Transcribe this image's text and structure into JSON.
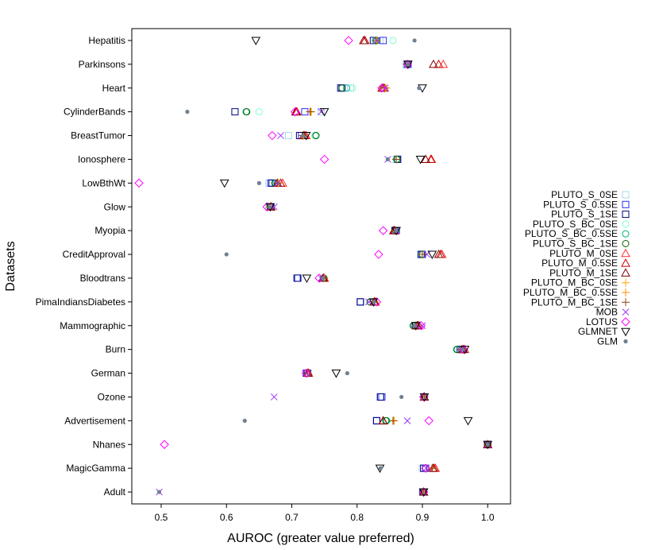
{
  "chart_data": {
    "type": "scatter",
    "xlabel": "AUROC (greater value preferred)",
    "ylabel": "Datasets",
    "xlim": [
      0.455,
      1.035
    ],
    "xticks": [
      0.5,
      0.6,
      0.7,
      0.8,
      0.9,
      1.0
    ],
    "xtick_labels": [
      "0.5",
      "0.6",
      "0.7",
      "0.8",
      "0.9",
      "1.0"
    ],
    "grid": false,
    "legend_position": "right",
    "categories": [
      "Hepatitis",
      "Parkinsons",
      "Heart",
      "CylinderBands",
      "BreastTumor",
      "Ionosphere",
      "LowBthWt",
      "Glow",
      "Myopia",
      "CreditApproval",
      "Bloodtrans",
      "PimaIndiansDiabetes",
      "Mammographic",
      "Burn",
      "German",
      "Ozone",
      "Advertisement",
      "Nhanes",
      "MagicGamma",
      "Adult"
    ],
    "series": [
      {
        "name": "PLUTO_S_0SE",
        "shape": "square",
        "color": "#a8d8ea",
        "values": [
          0.835,
          0.875,
          0.79,
          0.745,
          0.695,
          0.86,
          0.665,
          0.665,
          0.86,
          0.9,
          0.71,
          0.805,
          0.89,
          0.955,
          0.725,
          0.835,
          0.83,
          1.0,
          0.9,
          0.9
        ]
      },
      {
        "name": "PLUTO_S_0.5SE",
        "shape": "square",
        "color": "#2b2bff",
        "values": [
          0.84,
          0.878,
          0.777,
          0.72,
          0.715,
          0.862,
          0.668,
          0.668,
          0.86,
          0.9,
          0.708,
          0.805,
          0.89,
          0.96,
          0.722,
          0.838,
          0.83,
          1.0,
          0.905,
          0.902
        ]
      },
      {
        "name": "PLUTO_S_1SE",
        "shape": "square",
        "color": "#000080",
        "values": [
          0.825,
          0.877,
          0.775,
          0.613,
          0.712,
          0.862,
          0.67,
          0.667,
          0.858,
          0.898,
          0.709,
          0.805,
          0.889,
          0.958,
          0.724,
          0.836,
          0.83,
          1.0,
          0.902,
          0.901
        ]
      },
      {
        "name": "PLUTO_S_BC_0SE",
        "shape": "circle",
        "color": "#7fffd4",
        "values": [
          0.855,
          0.876,
          0.793,
          0.65,
          0.735,
          0.86,
          0.676,
          0.666,
          0.858,
          0.9,
          0.75,
          0.82,
          0.887,
          0.952,
          0.722,
          0.903,
          0.846,
          1.0,
          0.905,
          0.902
        ]
      },
      {
        "name": "PLUTO_S_BC_0.5SE",
        "shape": "circle",
        "color": "#00b386",
        "values": [
          0.828,
          0.877,
          0.784,
          0.63,
          0.737,
          0.861,
          0.675,
          0.667,
          0.859,
          0.9,
          0.748,
          0.82,
          0.886,
          0.953,
          0.723,
          0.903,
          0.845,
          1.0,
          0.905,
          0.902
        ]
      },
      {
        "name": "PLUTO_S_BC_1SE",
        "shape": "circle",
        "color": "#006600",
        "values": [
          0.83,
          0.877,
          0.777,
          0.631,
          0.737,
          0.861,
          0.674,
          0.667,
          0.859,
          0.9,
          0.749,
          0.82,
          0.886,
          0.953,
          0.723,
          0.903,
          0.844,
          1.0,
          0.905,
          0.902
        ]
      },
      {
        "name": "PLUTO_M_0SE",
        "shape": "triangle",
        "color": "#ff3030",
        "values": [
          0.812,
          0.932,
          0.842,
          0.708,
          0.722,
          0.914,
          0.686,
          0.668,
          0.858,
          0.93,
          0.75,
          0.828,
          0.895,
          0.965,
          0.726,
          0.903,
          0.84,
          1.0,
          0.92,
          0.902
        ]
      },
      {
        "name": "PLUTO_M_0.5SE",
        "shape": "triangle",
        "color": "#cc0000",
        "values": [
          0.812,
          0.925,
          0.838,
          0.707,
          0.72,
          0.913,
          0.683,
          0.668,
          0.857,
          0.928,
          0.749,
          0.827,
          0.893,
          0.963,
          0.725,
          0.903,
          0.84,
          1.0,
          0.918,
          0.902
        ]
      },
      {
        "name": "PLUTO_M_1SE",
        "shape": "triangle",
        "color": "#800000",
        "values": [
          0.81,
          0.917,
          0.84,
          0.706,
          0.718,
          0.905,
          0.678,
          0.668,
          0.856,
          0.925,
          0.748,
          0.826,
          0.892,
          0.962,
          0.724,
          0.903,
          0.84,
          1.0,
          0.916,
          0.902
        ]
      },
      {
        "name": "PLUTO_M_BC_0SE",
        "shape": "plus",
        "color": "#ffa500",
        "values": [
          0.83,
          0.877,
          0.845,
          0.73,
          0.718,
          0.86,
          0.68,
          0.667,
          0.858,
          0.9,
          0.75,
          0.826,
          0.89,
          0.96,
          0.724,
          0.903,
          0.857,
          1.0,
          0.915,
          0.902
        ]
      },
      {
        "name": "PLUTO_M_BC_0.5SE",
        "shape": "plus",
        "color": "#ff8c00",
        "values": [
          0.829,
          0.877,
          0.843,
          0.729,
          0.718,
          0.86,
          0.679,
          0.667,
          0.858,
          0.9,
          0.749,
          0.826,
          0.89,
          0.96,
          0.724,
          0.903,
          0.856,
          1.0,
          0.915,
          0.902
        ]
      },
      {
        "name": "PLUTO_M_BC_1SE",
        "shape": "plus",
        "color": "#8b4513",
        "values": [
          0.829,
          0.877,
          0.842,
          0.728,
          0.717,
          0.86,
          0.678,
          0.667,
          0.858,
          0.9,
          0.749,
          0.826,
          0.89,
          0.96,
          0.724,
          0.903,
          0.855,
          1.0,
          0.915,
          0.902
        ]
      },
      {
        "name": "MOB",
        "shape": "x",
        "color": "#9933ff",
        "values": [
          0.83,
          0.878,
          0.843,
          0.745,
          0.683,
          0.847,
          0.678,
          0.673,
          0.86,
          0.907,
          0.745,
          0.818,
          0.9,
          0.962,
          0.722,
          0.673,
          0.877,
          1.0,
          0.906,
          0.497
        ]
      },
      {
        "name": "LOTUS",
        "shape": "diamond",
        "color": "#ff00ff",
        "values": [
          0.787,
          0.877,
          0.838,
          0.705,
          0.67,
          0.75,
          0.466,
          0.662,
          0.84,
          0.833,
          0.742,
          0.83,
          0.898,
          0.963,
          0.722,
          0.902,
          0.91,
          0.505,
          0.905,
          0.902
        ]
      },
      {
        "name": "GLMNET",
        "shape": "triangle-down",
        "color": "#000000",
        "values": [
          0.645,
          0.878,
          0.9,
          0.75,
          0.722,
          0.897,
          0.597,
          0.667,
          0.86,
          0.915,
          0.723,
          0.825,
          0.89,
          0.965,
          0.768,
          0.903,
          0.97,
          1.0,
          0.835,
          0.902
        ]
      },
      {
        "name": "GLM",
        "shape": "dot",
        "color": "#708090",
        "values": [
          0.888,
          0.878,
          0.895,
          0.54,
          0.717,
          0.847,
          0.65,
          0.666,
          0.86,
          0.6,
          0.748,
          0.826,
          0.888,
          0.962,
          0.785,
          0.868,
          0.628,
          1.0,
          0.836,
          0.497
        ]
      }
    ]
  }
}
